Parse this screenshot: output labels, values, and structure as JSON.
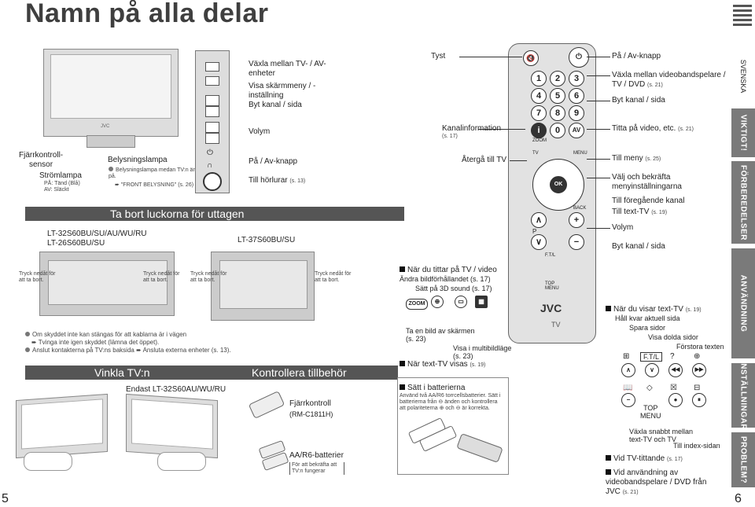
{
  "page": {
    "title": "Namn på alla delar",
    "page_left": "5",
    "page_right": "6"
  },
  "tabs": [
    "SVENSKA",
    "VIKTIGT!",
    "FÖRBEREDELSER",
    "ANVÄNDNING",
    "INSTÄLLNINGAR",
    "PROBLEM?"
  ],
  "tv_front": {
    "fjarr": "Fjärrkontroll-\nsensor",
    "strom": "Strömlampa",
    "strom_on": "PÅ: Tänd (Blå)",
    "strom_off": "AV: Släckt",
    "bely": "Belysningslampa",
    "bely_note": "Belysningslampa medan TV:n är på.",
    "bely_ref": "\"FRONT BELYSNING\" (s. 26)",
    "side_labels": [
      "Växla mellan TV- / AV-enheter",
      "Visa skärmmeny / -inställning",
      "Byt kanal / sida",
      "Volym",
      "På / Av-knapp",
      "Till hörlurar"
    ],
    "horlurar_ref": "(s. 13)",
    "banner": "Ta bort luckorna för uttagen",
    "model_left": "LT-32S60BU/SU/AU/WU/RU\nLT-26S60BU/SU",
    "model_right": "LT-37S60BU/SU"
  },
  "back_labels": [
    "Tryck nedåt för att ta bort.",
    "Tryck nedåt för att ta bort.",
    "Tryck nedåt för att ta bort.",
    "Tryck nedåt för att ta bort."
  ],
  "notes": [
    "Om skyddet inte kan stängas för att kablarna är i vägen",
    "Tvinga inte igen skyddet (lämna det öppet).",
    "Anslut kontakterna på TV:ns baksida",
    "Ansluta externa enheter (s. 13)."
  ],
  "vinkla": {
    "banner": "Vinkla TV:n",
    "model": "Endast LT-32S60AU/WU/RU"
  },
  "kontroll": {
    "banner": "Kontrollera tillbehör",
    "remote": "Fjärrkontroll",
    "remote_model": "(RM-C1811H)",
    "batt": "AA/R6-batterier",
    "batt_note": "För att bekräfta att TV:n fungerar"
  },
  "remote_left": {
    "tyst": "Tyst",
    "kanal": "Kanalinformation",
    "kanal_ref": "(s. 17)",
    "atergaa": "Återgå till TV",
    "tv_section": "När du tittar på TV / video",
    "bild": "Ändra bildförhållandet (s. 17)",
    "sound3d": "Sätt på 3D sound (s. 17)",
    "zoom": "ZOOM",
    "bild_skarm": "Ta en bild av skärmen",
    "bild_ref": "(s. 23)",
    "multi": "Visa i multibildläge",
    "multi_ref": "(s. 23)",
    "texttv": "När text-TV visas",
    "texttv_ref": "(s. 19)",
    "batt_title": "Sätt i batterierna",
    "batt_text": "Använd två AA/R6 torrcellsbatterier. Sätt i batterierna från ⊖ änden och kontrollera att polariteterna ⊕ och ⊖ är korrekta."
  },
  "remote_keys": {
    "digits": [
      "1",
      "2",
      "3",
      "4",
      "5",
      "6",
      "7",
      "8",
      "9",
      "0"
    ],
    "av": "AV",
    "zoom": "ZOOM",
    "tv": "TV",
    "menu": "MENU",
    "ok": "OK",
    "back": "BACK",
    "p": "P",
    "jvc": "JVC",
    "tv_bottom": "TV",
    "ftl": "F.T/L",
    "top_menu": "TOP\nMENU"
  },
  "remote_right": {
    "onoff": "På / Av-knapp",
    "vaxla": "Växla mellan videobandspelare / TV / DVD",
    "vaxla_ref": "(s. 21)",
    "byt": "Byt kanal / sida",
    "titta": "Titta på video, etc.",
    "titta_ref": "(s. 21)",
    "meny": "Till meny",
    "meny_ref": "(s. 25)",
    "valj": "Välj och bekräfta menyinställningarna",
    "foreg": "Till föregående kanal",
    "texttv": "Till text-TV",
    "texttv_ref": "(s. 19)",
    "volym": "Volym",
    "byt2": "Byt kanal / sida"
  },
  "texttv_panel": {
    "title": "När du visar text-TV",
    "title_ref": "(s. 19)",
    "hall": "Håll kvar aktuell sida",
    "spara": "Spara sidor",
    "dolda": "Visa dolda sidor",
    "forstora": "Förstora texten",
    "vaxla": "Växla snabbt mellan text-TV och TV",
    "index": "Till index-sidan",
    "ftl": "F.T/L",
    "topmenu": "TOP\nMENU",
    "vid_tv": "Vid TV-tittande",
    "vid_tv_ref": "(s. 17)",
    "vid_dvd": "Vid användning av videobandspelare / DVD från JVC",
    "vid_dvd_ref": "(s. 21)"
  }
}
